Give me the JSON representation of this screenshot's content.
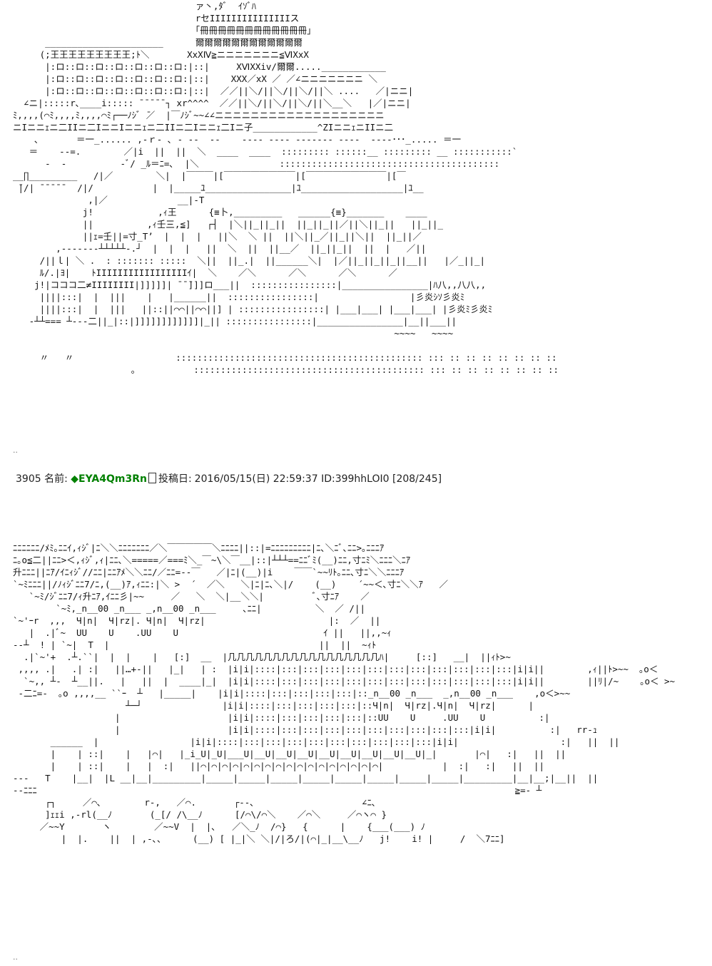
{
  "art": {
    "top": "                                  ァ丶,ﾀﾞ  ｲｿﾞﾊ\n                                  rセIIIIIIIIIIIIIIIス\n                                  ｢冊冊冊冊冊冊冊冊冊冊冊冊｣\n      ______________________      爾爾爾爾爾爾爾爾爾爾爾爾\n     (;王王王王王王王王王;ﾄ＼       XxXⅣ≧ニニニニニニニ≦ⅥXxX\n      |:ロ::ロ::ロ::ロ::ロ::ロ::ロ:|::|     XⅥXXiv/爾爾.....____________\n      |:ロ::ロ::ロ::ロ::ロ::ロ::ロ:|::|    XXX／xX ／ ／∠ニニニニニニニ ＼\n      |:ロ::ロ::ロ::ロ::ロ::ロ::ロ:|::|  ／／||＼/||＼/||＼/||＼ ....   ／|ニニ|\n  ∠ニ|:::::r､____i::::: ̄ ̄ ̄ ̄ ̄ ┐ xr^^^^  ／／||＼/||＼/||＼/||＼__＼   |／|ニニ|\nﾐ,,,,(⌒ﾐ,,,,ﾐ,,,,⌒ﾐ┌──ﾉｼﾞ ̄／  |￣ﾉｼﾞ~~∠∠ニニニニニニニニニニニニニニニニニニニ\nニIニニｪニ二IIニ二IニニIニニｪニ二IIニ二Iニニｪ二Iニ子____________^ZIニニｪニIIニ二\n    ､       ＝一_...... ,-ｒ‐ ､ ‐ ‐‐  ‐‐    ‐‐‐‐ ‐‐‐‐ ‐‐‐‐‐‐‐ ‐‐‐‐  ‐‐‐‐･･･_..... ＝一\n   ＝    -‐=.        ／|i  ||  ||  ＼  ____  ____  ::::::::: ::::::__ ::::::::: __ :::::::::::`\n      -  -          -ﾞ/ _ﾙ＝ﾆ=､  |＼               :::::::::::::::::::::::::::::::::::::::::\n__∏_________   /|／        ＼|  |￣￣￣|[￣￣￣￣￣￣￣￣|[￣￣￣￣￣￣￣￣￣|[￣\n ̄|/| ̄ ̄ ̄ ̄ ̄   /|/           |  |_____ﾕ________________|ﾕ___________________|ﾕ__\n              ,|／             __|‐T\n             j!            ,ｨ王      {≡卜,_________   ______{≡}_______    ____\n             ||          ,ｨ壬三,≦]   ┌┤  |＼||_||_||  ||_||_||／||＼||_||   ||_||_\n             ||ｪ=壬||=寸_T’  |  |  |   ||＼  ＼ ||  ||＼||_／||_||＼||  ||_||／\n        ,-‐‐‐‐‐‐┴┴┴┴┴-.┘  |  |  |   ||  ＼  ||  ||__／  ||_||_||  ||  |   ／||\n     /||ｌ| ＼ .  : ::::::: :::::  ＼||  ||_.|  ||______＼|  |／||_||_||_||__||   |／_||_|\n     ﾙ/.|ﾖ|    ﾄIIIIIIIIIIIIIIIIIｲ|  ＼    ／＼      ／＼      ／＼      ／\n    j!|コココ二≠IIIIIIII|]]]]]| ̄ ̄ ̄]]]ロ___||  ::::::::::::::::|________________|ﾊ八,,八八,,\n     ||||:::|  |  |||    |   |______||  ::::::::::::::::|                 |彡炎ｼｿ彡炎ﾐ\n     ||||:::|  |  |||   ||::||⌒⌒||⌒⌒||] | ::::::::::::::::| |___|___| |___|___| |彡炎ﾐ彡炎ﾐ\n   -┴┴=== ┴‐‐‐二||_|::|]]]]]]]]]]]]|_|| ::::::::::::::::|________________|__||___||\n                                                                       ~~~~   ~~~~\n\n     〃   〃                   :::::::::::::::::::::::::::::::::::::::::::::: ::: :: :: :: :: :: :: ::\n                      。          ::::::::::::::::::::::::::::::::::::::::::: ::: :: :: :: :: :: :: ::",
    "bottom": "ﾆﾆﾆﾆﾆﾆ/ﾒﾐ｡ﾆﾆｲ,ｨｼﾞ|ﾆ＼＼ﾆﾆﾆﾆﾆﾆﾆ／＼￣￣￣￣￣＼ﾆﾆﾆﾆ||::|=ﾆﾆﾆﾆﾆﾆﾆﾆﾆ|ﾆ､＼ﾆﾞ､ﾆﾆ>｡ﾆﾆﾆｱ\nﾆ｡o≦二||ﾆﾆ>＜,ｨｼﾞ,ｨ|ﾆﾆ､＼=====／===ﾐ＼_￣~\\＼￣__|::|┴┴┴==ﾆﾆﾞﾐ(__)ﾆﾆ,寸ﾆﾐ＼ﾆﾆﾆ＼ﾆｱ\n升ﾆﾆﾆ||ﾆｱ/ｲﾆｨｼﾞ//ﾆﾆ|ﾆﾆｱﾒ＼＼ﾆﾆ/／ﾆﾆ=-‐￣   ／|ﾆ|(__)|i    ￣￣`~~ﾘﾄ｡ﾆﾆ､寸ﾆ＼＼ﾆﾆﾆｱ\n`~ﾐﾆﾆﾆ||/ﾉｨｼﾞﾆﾆ7/ﾆ,(__)ｱ,ｨﾆﾆ:|＼ >  ´  ／＼   ＼|ﾆ|ﾆ､＼|/    (__)    ´~~＜､寸ﾆ＼＼ｱ   ／\n   `~ﾐ/ｼﾞﾆﾆ7/ｨ升ﾆｱ,ｲﾆﾆ彡|~~     ／   ＼  ＼|__＼＼|         ﾞ､寸ﾆｱ    ／\n        `~ﾐ,_n__00 _n___ _,n__00 _n___     ､ﾆﾆ|          ＼  ／ /||\n`~'ｰr  ,,,  Ч|n|  Ч|rz|. Ч|n|  Ч|rz|                       |:  ／  ||\n   |  .|ﾞ~  UU    U    .UU    U                           ｲ ||   ||,,~ｨ\n‐-┴  ! | `~|  T  |                                       ||  ||  ~ｨﾄ\n  .|`~'+  .┴.``|  |  |    |   [:]  __  |几几几几几几几几几几几几几几几几几ﾊ|     [::]   __|  ||ｨﾄ>~\n ,,,, .|   .| :|   ||…+‐||   |_|   | :  |i|i|::::|:::|:::|:::|:::|:::|:::|:::|:::|:::|:::|:::|i|i||        ,ｨ||ﾄ>~~  ｡o＜\n  `~,, ┴‐  ┴__||.   |   ||  |  ____|_|  |i|i|::::|:::|:::|:::|:::|:::|:::|:::|:::|:::|:::|:::|i|i||        ||ﾘ|/~    ｡o＜ >~\n ‐二ﾆ=-  ｡o ,,,,__ ``ｰ  ┴   |_____|    |i|i|::::|:::|:::|:::|:::|::_n__00 _n___  _,n__00 _n___    ,o＜>~~\n                     ┴─┘               |i|i|::::|:::|:::|:::|:::|::Ч|n|  Ч|rz|.Ч|n|  Ч|rz|      |\n                   |                    |i|i|::::|:::|:::|:::|:::|::UU    U     .UU    U          :|\n                   |                    |i|i|::::|:::|:::|:::|:::|:::|:::|:::|:::|:::|i|i|          :|   rr-ｭ\n       ______  |                 |i|i|::::|:::|:::|:::|:::|:::|:::|:::|:::|:::|i|i|                   :|   ||  ||\n       |    | ::|    |   |⌒|   |_i_U|_U|___U|__U|__U|__U|__U|__U|__U|__U|__U|_|       |⌒|   :|   ||  ||\n       |    | ::|    |   |  :|   ||⌒|⌒|⌒|⌒|⌒|⌒|⌒|⌒|⌒|⌒|⌒|⌒|⌒|⌒|⌒|⌒|⌒|           |  :|   :|   ||  ||\n‐‐‐   T    |__|  |L __|__|_________|_____|_____|_____|_____|_____|_____|_____|_____|_________|__|__;|__||  ||\n‐‐ﾆﾆﾆ                                                                                         ≧=- ┴\n      ┌┐     ／⌒､        r‐,   ／⌒.       ┌‐‐､                    ∠ﾆ､\n      ]ｪｪi ,-rl(__ﾉ       (_[/ /\\__ﾉ      [/⌒\\/⌒＼    ／⌒＼     ／⌒ヽ⌒ }\n     ／~~Y       ヽ        ／~~V  |  |､   ／＼_ﾉ  /⌒}   {      |    {___(___) ﾉ\n         |  |.    ||  | ,-､、     (__) [ |_|＼ ＼|/|ろ/|(⌒|_|__\\__ﾉ   j!    i! |     /  ＼7ﾆﾆ]"
  },
  "separators": {
    "dots1": "..",
    "dots2": ".."
  },
  "post": {
    "number": "3905",
    "name_label": "名前:",
    "trip": "◆EYA4Qm3Rn",
    "date_label": "投稿日:",
    "date": "2016/05/15(日) 22:59:37",
    "id": "ID:399hhLOI0",
    "count": "[208/245]"
  }
}
